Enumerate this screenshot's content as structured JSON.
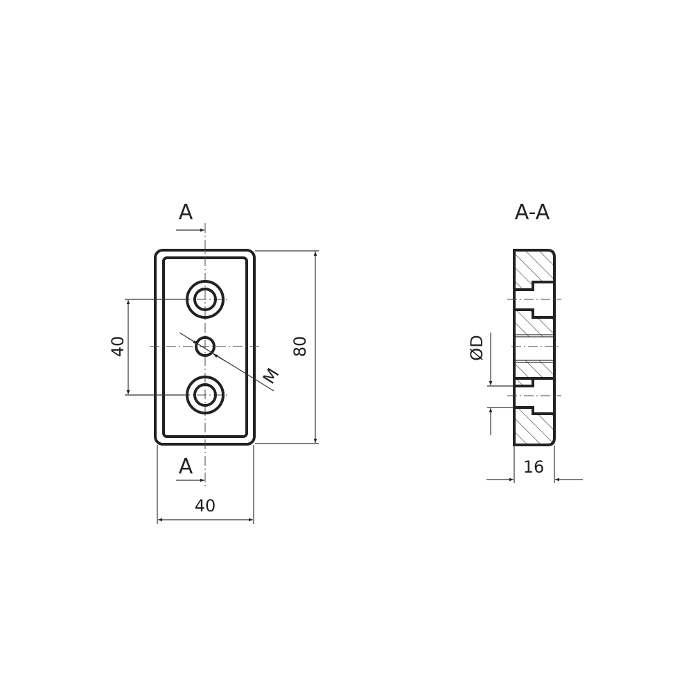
{
  "front_view": {
    "section_mark_top": "A",
    "section_mark_bottom": "A",
    "dim_hole_spacing": "40",
    "dim_height": "80",
    "dim_width": "40",
    "thread_label": "M"
  },
  "section_view": {
    "title": "A-A",
    "dim_diameter": "ØD",
    "dim_thickness": "16"
  },
  "colors": {
    "line": "#222222",
    "background": "#ffffff"
  }
}
